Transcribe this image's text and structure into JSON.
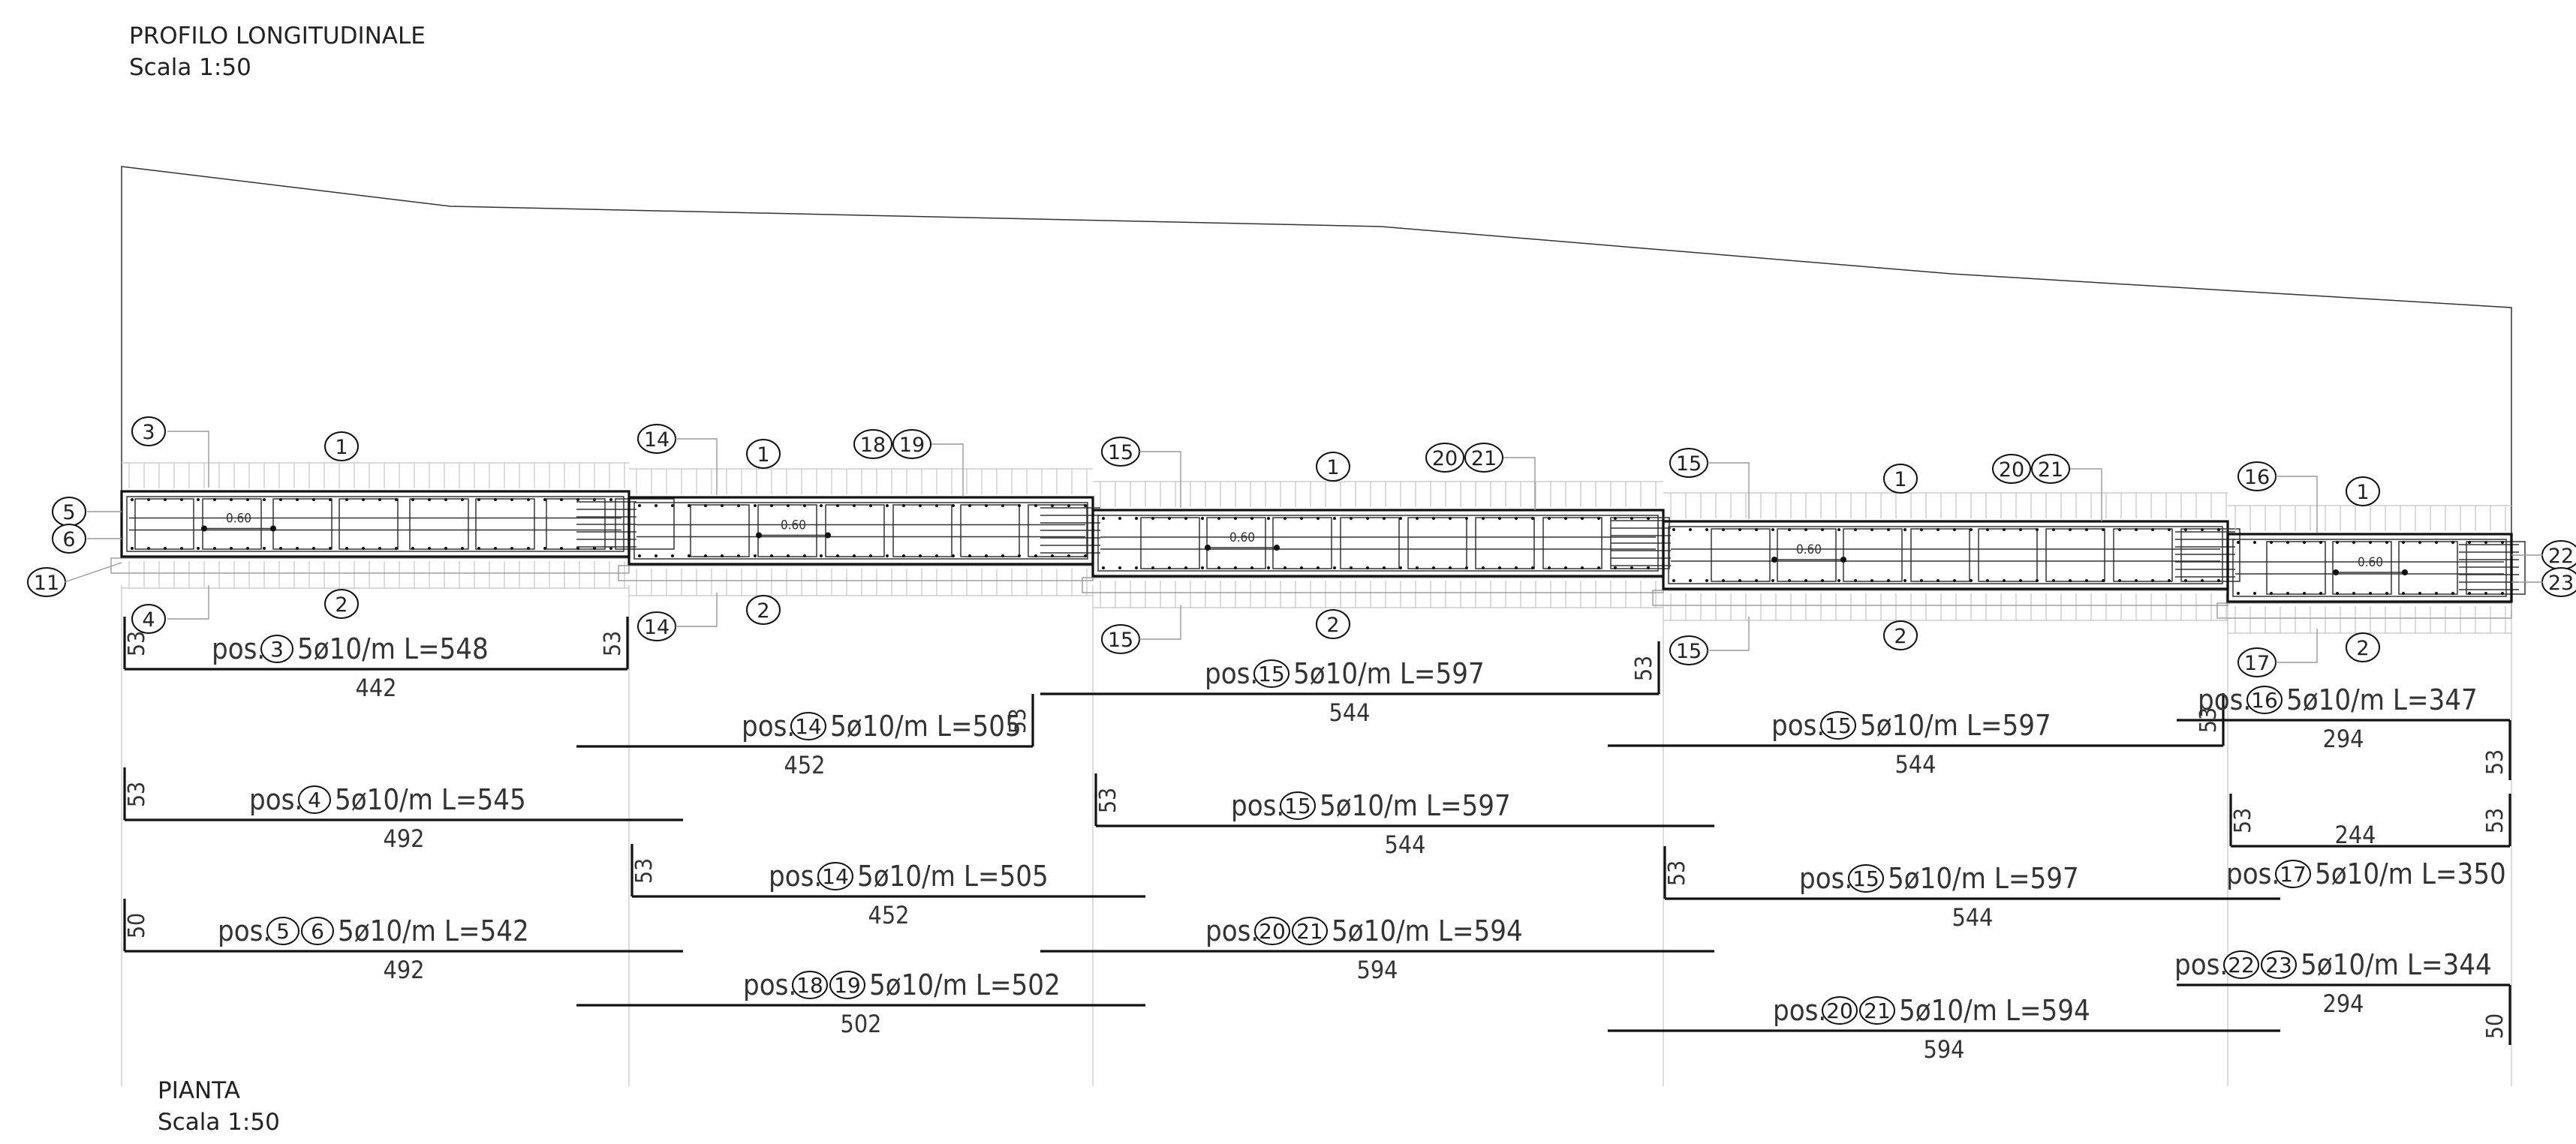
{
  "header": {
    "title": "PROFILO  LONGITUDINALE",
    "scale": "Scala  1:50"
  },
  "footer": {
    "title": "PIANTA",
    "scale": "Scala  1:50"
  },
  "section_dim": "0.60",
  "segments": [
    {
      "top": [
        "3"
      ],
      "top_main": "1",
      "bot_left": "4",
      "bot_main": "2"
    },
    {
      "top": [
        "14"
      ],
      "top_main": "1",
      "top_pair": [
        "18",
        "19"
      ],
      "bot_left": "14",
      "bot_main": "2"
    },
    {
      "top": [
        "15"
      ],
      "top_main": "1",
      "top_pair": [
        "20",
        "21"
      ],
      "bot_left": "15",
      "bot_main": "2"
    },
    {
      "top": [
        "15"
      ],
      "top_main": "1",
      "top_pair": [
        "20",
        "21"
      ],
      "bot_left": "15",
      "bot_main": "2"
    },
    {
      "top": [
        "16"
      ],
      "top_main": "1",
      "bot_left": "17",
      "bot_main": "2"
    }
  ],
  "side_bubbles": {
    "left": [
      "5",
      "6",
      "11"
    ],
    "right": [
      "22",
      "23"
    ]
  },
  "bars": [
    {
      "prefix": "pos.",
      "marks": [
        "3"
      ],
      "spec": "5ø10/m  L=548",
      "length": "442",
      "hooks": [
        "53",
        "53"
      ]
    },
    {
      "prefix": "pos.",
      "marks": [
        "4"
      ],
      "spec": "5ø10/m  L=545",
      "length": "492",
      "hooks": [
        "53"
      ]
    },
    {
      "prefix": "pos.",
      "marks": [
        "5",
        "6"
      ],
      "spec": "5ø10/m  L=542",
      "length": "492",
      "hooks": [
        "50"
      ]
    },
    {
      "prefix": "pos.",
      "marks": [
        "14"
      ],
      "spec": "5ø10/m  L=505",
      "length": "452",
      "hooks": [
        "53"
      ]
    },
    {
      "prefix": "pos.",
      "marks": [
        "14"
      ],
      "spec": "5ø10/m  L=505",
      "length": "452",
      "hooks": [
        "53"
      ]
    },
    {
      "prefix": "pos.",
      "marks": [
        "18",
        "19"
      ],
      "spec": "5ø10/m  L=502",
      "length": "502",
      "hooks": []
    },
    {
      "prefix": "pos.",
      "marks": [
        "15"
      ],
      "spec": "5ø10/m  L=597",
      "length": "544",
      "hooks": [
        "53"
      ]
    },
    {
      "prefix": "pos.",
      "marks": [
        "15"
      ],
      "spec": "5ø10/m  L=597",
      "length": "544",
      "hooks": [
        "53"
      ]
    },
    {
      "prefix": "pos.",
      "marks": [
        "20",
        "21"
      ],
      "spec": "5ø10/m  L=594",
      "length": "594",
      "hooks": []
    },
    {
      "prefix": "pos.",
      "marks": [
        "15"
      ],
      "spec": "5ø10/m  L=597",
      "length": "544",
      "hooks": [
        "53"
      ]
    },
    {
      "prefix": "pos.",
      "marks": [
        "15"
      ],
      "spec": "5ø10/m  L=597",
      "length": "544",
      "hooks": [
        "53"
      ]
    },
    {
      "prefix": "pos.",
      "marks": [
        "20",
        "21"
      ],
      "spec": "5ø10/m  L=594",
      "length": "594",
      "hooks": []
    },
    {
      "prefix": "pos.",
      "marks": [
        "16"
      ],
      "spec": "5ø10/m  L=347",
      "length": "294",
      "hooks": [
        "53"
      ]
    },
    {
      "prefix": "pos.",
      "marks": [
        "17"
      ],
      "spec": "5ø10/m  L=350",
      "length": "244",
      "hooks": [
        "53",
        "53"
      ]
    },
    {
      "prefix": "pos.",
      "marks": [
        "22",
        "23"
      ],
      "spec": "5ø10/m  L=344",
      "length": "294",
      "hooks": [
        "50"
      ]
    }
  ]
}
